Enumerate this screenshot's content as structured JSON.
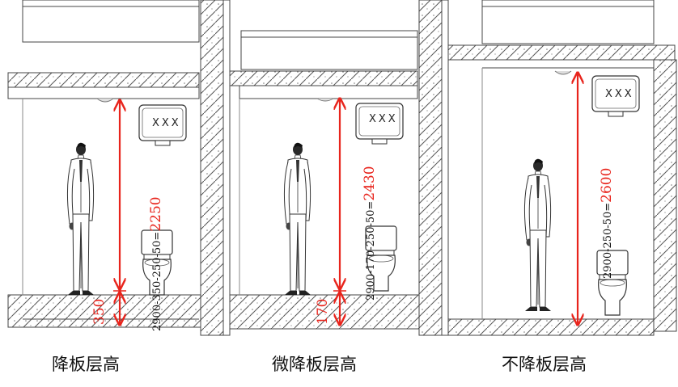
{
  "colors": {
    "dimension": "#e8241c",
    "line": "#333333",
    "hatch": "#555555"
  },
  "panels": [
    {
      "caption": "降板层高",
      "fixture_label": "XXX",
      "formula": "2900-350-250-50=",
      "result": "2250",
      "floor_drop": "350"
    },
    {
      "caption": "微降板层高",
      "fixture_label": "XXX",
      "formula": "2900-170-250-50=",
      "result": "2430",
      "floor_drop": "170"
    },
    {
      "caption": "不降板层高",
      "fixture_label": "XXX",
      "formula": "2900-250-50=",
      "result": "2600",
      "floor_drop": ""
    }
  ]
}
